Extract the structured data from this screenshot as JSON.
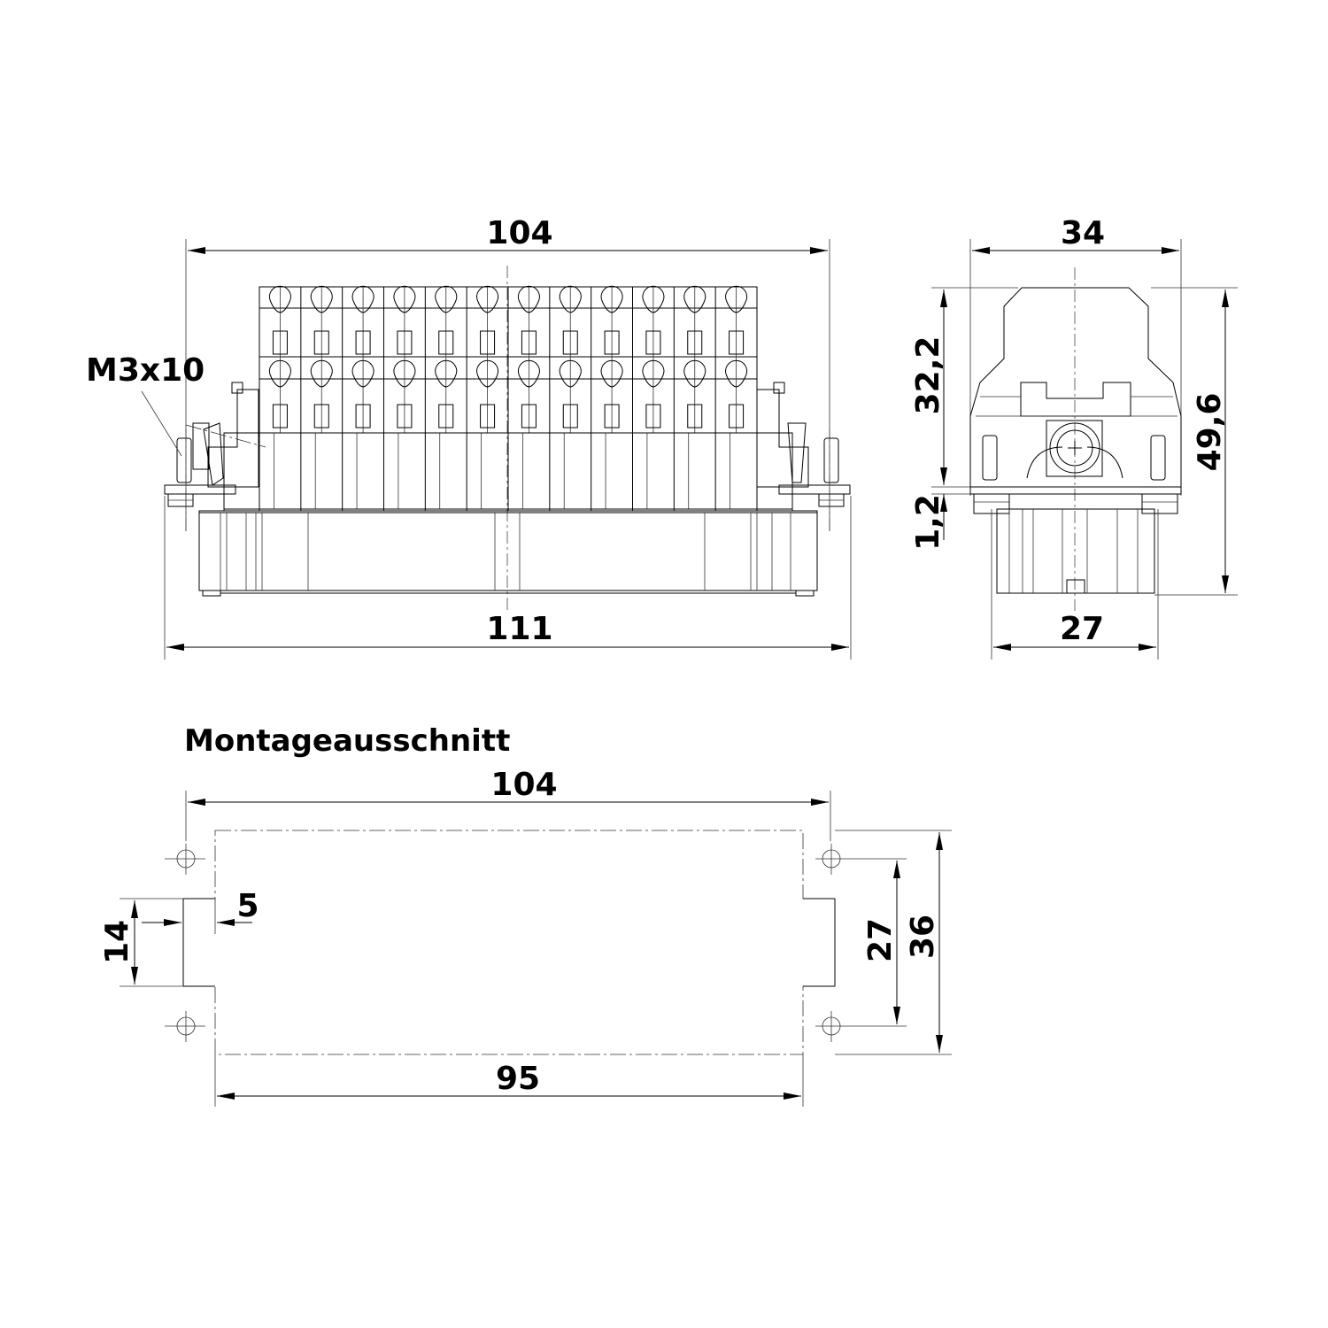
{
  "front_view": {
    "dim_top_width": "104",
    "dim_bottom_width": "111",
    "screw_label": "M3x10",
    "terminal_columns": 12,
    "terminal_rows": 2
  },
  "side_view": {
    "dim_top_width": "34",
    "dim_bottom_width": "27",
    "dim_height_upper": "32,2",
    "dim_flange": "1,2",
    "dim_total_height": "49,6"
  },
  "cutout": {
    "title": "Montageausschnitt",
    "dim_hole_spacing": "104",
    "dim_cutout_width": "95",
    "dim_notch_height": "14",
    "dim_notch_depth": "5",
    "dim_hole_vertical": "27",
    "dim_cutout_height": "36"
  },
  "colors": {
    "line": "#000000",
    "background": "#ffffff"
  }
}
